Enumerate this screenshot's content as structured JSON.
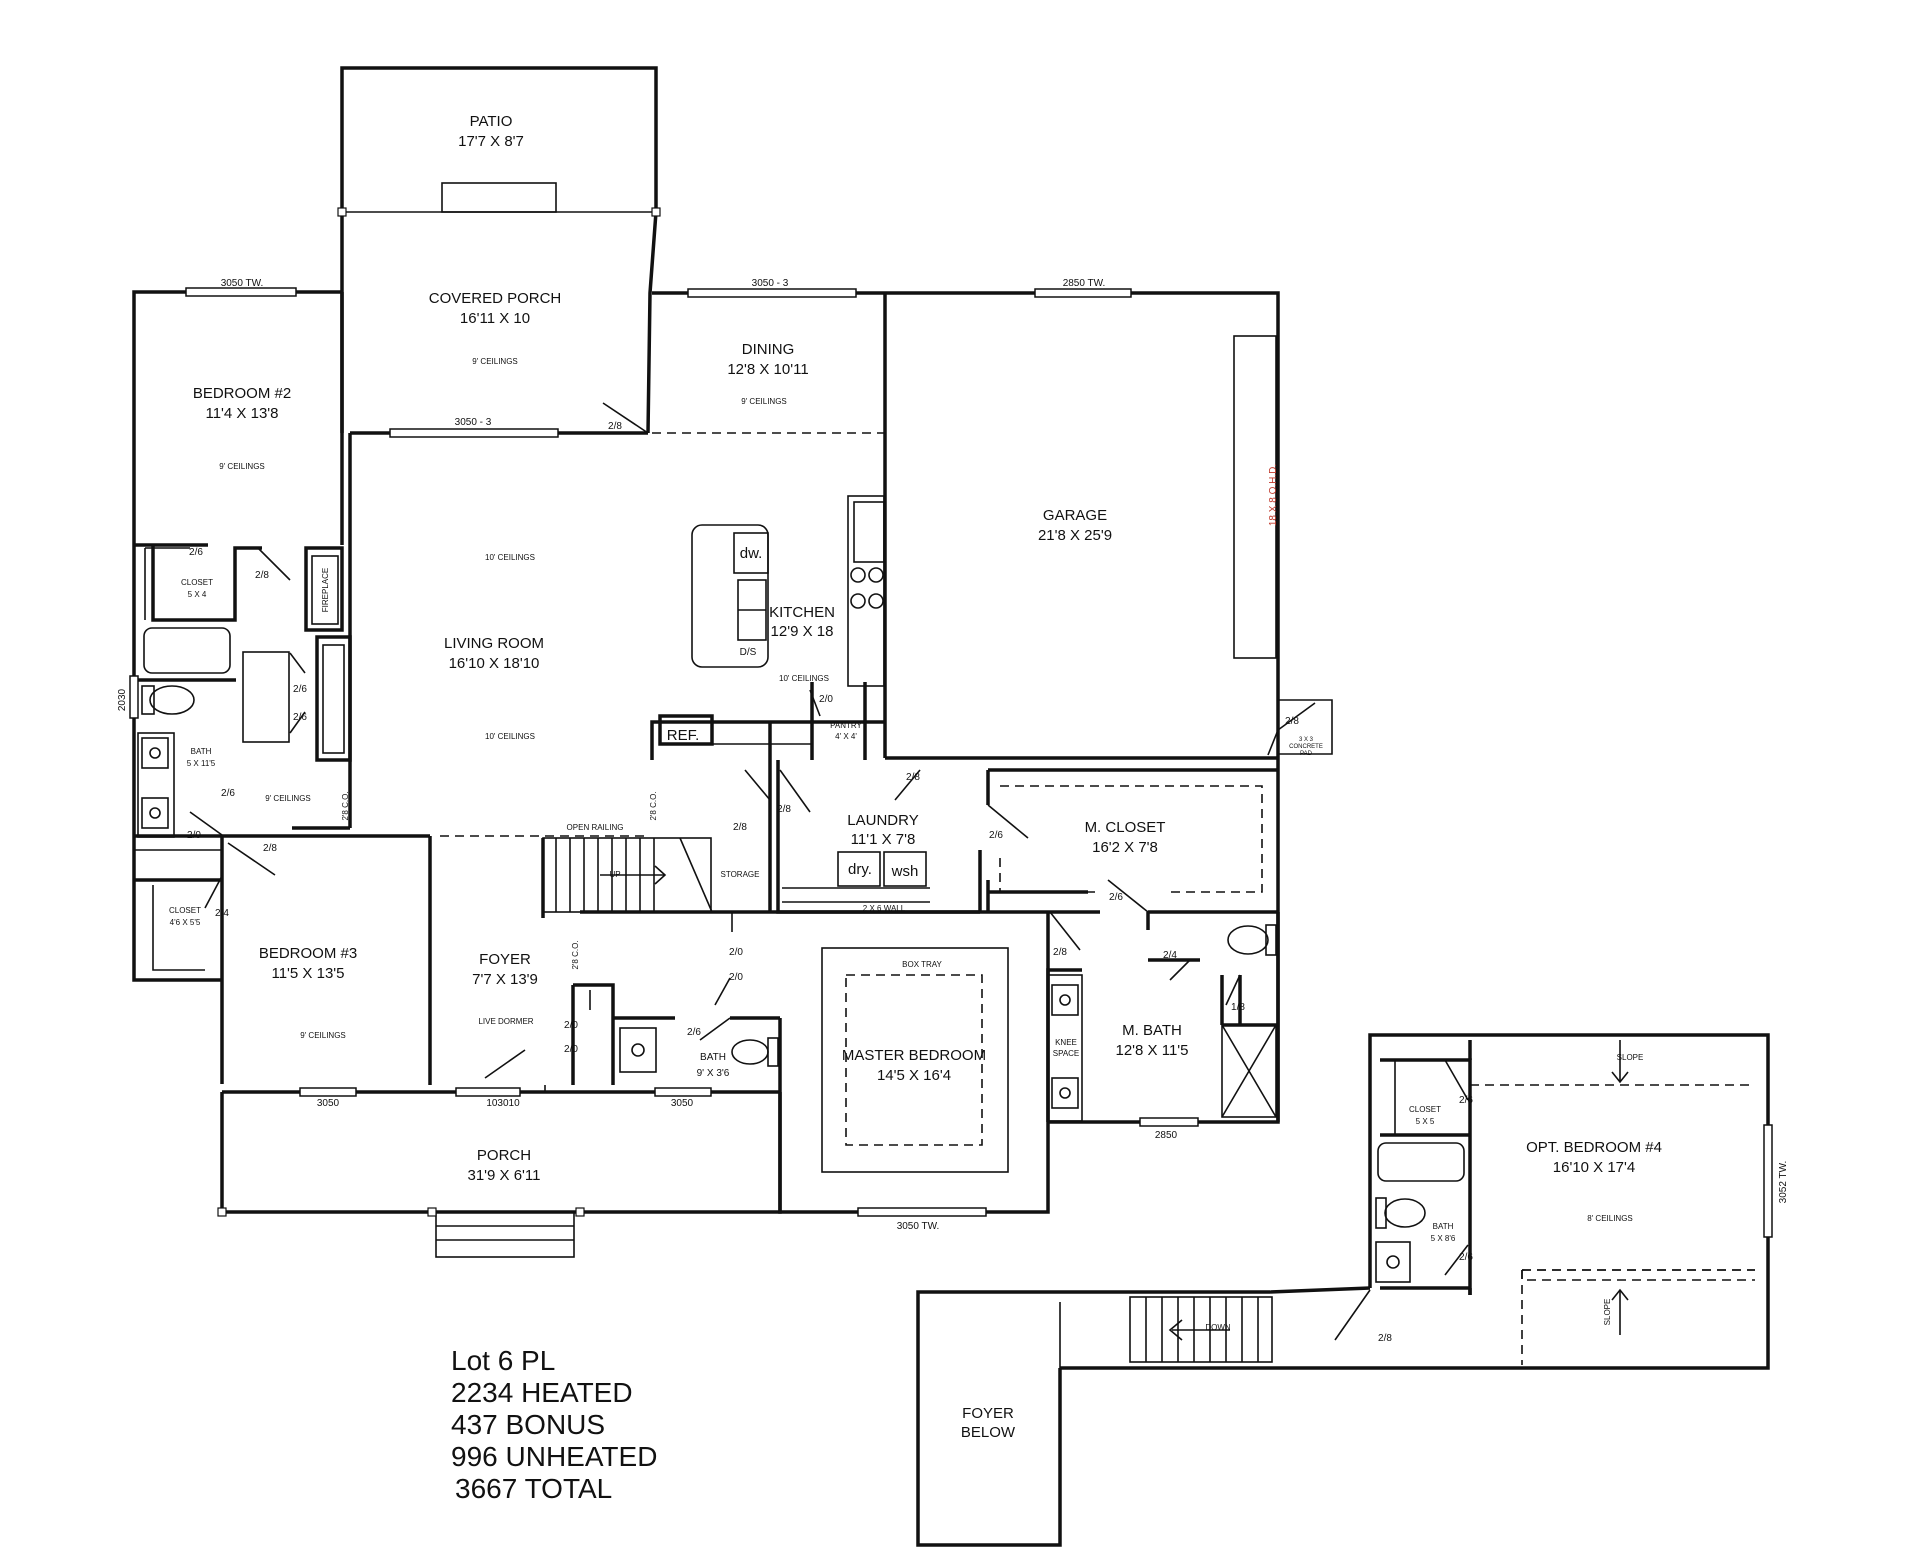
{
  "rooms": {
    "patio": {
      "name": "PATIO",
      "size": "17'7 X 8'7"
    },
    "covered_porch": {
      "name": "COVERED PORCH",
      "size": "16'11 X 10",
      "ceiling": "9' CEILINGS"
    },
    "dining": {
      "name": "DINING",
      "size": "12'8 X 10'11",
      "ceiling": "9' CEILINGS"
    },
    "bedroom2": {
      "name": "BEDROOM #2",
      "size": "11'4 X 13'8",
      "ceiling": "9' CEILINGS"
    },
    "garage": {
      "name": "GARAGE",
      "size": "21'8 X 25'9",
      "door": "18 X 8 O.H.D."
    },
    "living": {
      "name": "LIVING ROOM",
      "size": "16'10 X 18'10",
      "ceiling_top": "10' CEILINGS",
      "ceiling_bottom": "10' CEILINGS"
    },
    "kitchen": {
      "name": "KITCHEN",
      "size": "12'9 X 18",
      "ceiling": "10' CEILINGS",
      "dw": "dw.",
      "ds": "D/S",
      "ref": "REF."
    },
    "pantry": {
      "name": "PANTRY",
      "size": "4' X 4'"
    },
    "closet1": {
      "name": "CLOSET",
      "size": "5 X 4"
    },
    "fireplace": "FIREPLACE",
    "bath1": {
      "name": "BATH",
      "size": "5 X 11'5"
    },
    "hall_ceiling": "9' CEILINGS",
    "laundry": {
      "name": "LAUNDRY",
      "size": "11'1 X 7'8",
      "dry": "dry.",
      "wsh": "wsh",
      "wall": "2 X 6 WALL"
    },
    "m_closet": {
      "name": "M. CLOSET",
      "size": "16'2 X 7'8"
    },
    "closet2": {
      "name": "CLOSET",
      "size": "4'6 X 5'5"
    },
    "bedroom3": {
      "name": "BEDROOM #3",
      "size": "11'5 X 13'5",
      "ceiling": "9' CEILINGS"
    },
    "foyer": {
      "name": "FOYER",
      "size": "7'7 X 13'9",
      "dormer": "LIVE DORMER"
    },
    "stairs": {
      "railing": "OPEN RAILING",
      "up": "UP",
      "storage": "STORAGE"
    },
    "bath2": {
      "name": "BATH",
      "size": "9' X 3'6"
    },
    "master": {
      "name": "MASTER BEDROOM",
      "size": "14'5 X 16'4",
      "tray": "BOX TRAY"
    },
    "m_bath": {
      "name": "M. BATH",
      "size": "12'8 X 11'5",
      "knee": "KNEE",
      "space": "SPACE"
    },
    "porch": {
      "name": "PORCH",
      "size": "31'9 X 6'11"
    },
    "concrete": {
      "line1": "3 X 3",
      "line2": "CONCRETE",
      "line3": "PAD"
    },
    "opt_bedroom4": {
      "name": "OPT. BEDROOM #4",
      "size": "16'10 X 17'4",
      "ceiling": "8' CEILINGS",
      "slope": "SLOPE"
    },
    "closet3": {
      "name": "CLOSET",
      "size": "5 X 5"
    },
    "bath3": {
      "name": "BATH",
      "size": "5 X 8'6"
    },
    "down": "DOWN",
    "foyer_below": {
      "line1": "FOYER",
      "line2": "BELOW"
    }
  },
  "windows": {
    "w1": "3050 TW.",
    "w2": "3050 - 3",
    "w3": "2850 TW.",
    "w4": "3050 - 3",
    "w5": "2030",
    "w6": "3050",
    "w7": "103010",
    "w8": "3050",
    "w9": "2850",
    "w10": "3050 TW.",
    "w11": "3052 TW."
  },
  "doors": {
    "d_porch": "2/8",
    "d_closet1": "2/6",
    "d_fire": "2/8",
    "d_bath1a": "2/6",
    "d_bath1b": "2/6",
    "d_bath1c": "2/6",
    "d_hall1": "2/0",
    "d_hall2": "2/8",
    "d_closet2": "2/4",
    "co1": "2'8 C.O.",
    "co2": "2'8 C.O.",
    "co3": "2'8 C.O.",
    "d_pantry": "2/0",
    "d_garage": "2/8",
    "d_storage": "2/8",
    "d_laundry1": "2/8",
    "d_laundry2": "2/8",
    "d_mcloset": "2/6",
    "d_foyer1": "2/0",
    "d_foyer2": "2/0",
    "d_bath2a": "2/0",
    "d_bath2b": "2/0",
    "d_bath2c": "2/6",
    "d_master": "2/8",
    "d_mbath1": "2/6",
    "d_mbath2": "2/4",
    "d_mbath3": "1/8",
    "d_up1": "2/6",
    "d_up2": "2/6",
    "d_up3": "2/8"
  },
  "totals": {
    "lot": "Lot 6 PL",
    "heated": "2234 HEATED",
    "bonus": "437 BONUS",
    "unheated": "996 UNHEATED",
    "total": "3667 TOTAL"
  }
}
